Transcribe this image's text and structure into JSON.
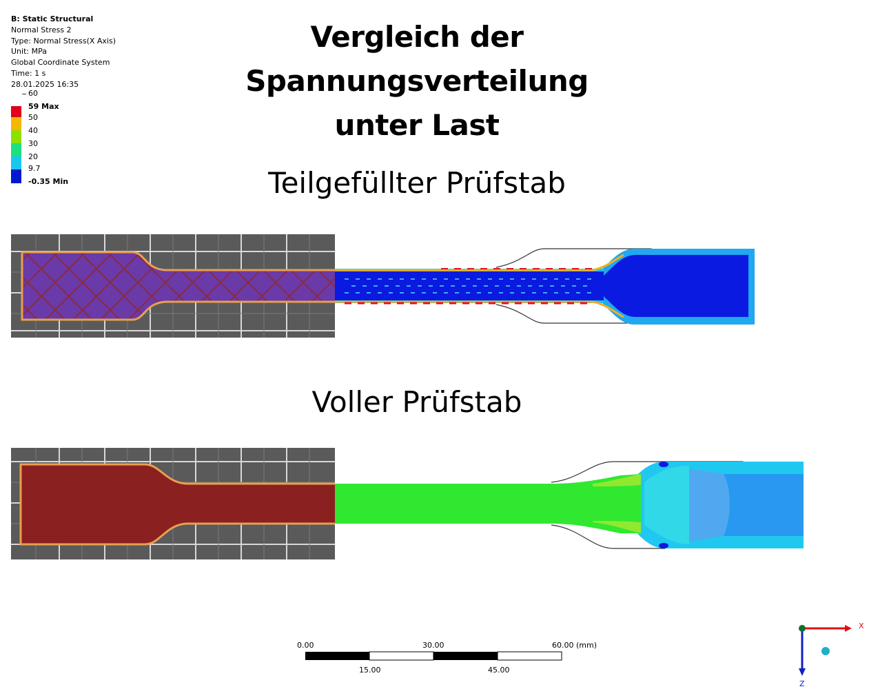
{
  "info": {
    "title": "B: Static Structural",
    "lines": [
      "Normal Stress 2",
      "Type: Normal Stress(X Axis)",
      "Unit: MPa",
      "Global Coordinate System",
      "Time: 1 s",
      "28.01.2025 16:35"
    ]
  },
  "legend": {
    "top_value": "60",
    "max_label": "59 Max",
    "levels": [
      "50",
      "40",
      "30",
      "20",
      "9.7"
    ],
    "min_label": "-0.35 Min",
    "colors": [
      "#e0001a",
      "#f5b800",
      "#8ee000",
      "#1ee080",
      "#18c8f0",
      "#0018d0"
    ]
  },
  "heading": {
    "main_line1": "Vergleich der Spannungsverteilung",
    "main_line2": "unter Last",
    "section_partial": "Teilgefüllter Prüfstab",
    "section_full": "Voller Prüfstab"
  },
  "scale_bar": {
    "top_labels": [
      "0.00",
      "30.00",
      "60.00 (mm)"
    ],
    "bottom_labels": [
      "15.00",
      "45.00"
    ]
  },
  "triad": {
    "x_label": "X",
    "z_label": "Z"
  },
  "colors": {
    "infill_purple": "#6a3aa8",
    "solid_red": "#8b2020",
    "outline_orange": "#e8a050",
    "grid_bg": "#5a5a5a",
    "stress_blue": "#0a1ae0",
    "stress_green": "#30e830",
    "stress_cyan": "#20b0f0"
  }
}
